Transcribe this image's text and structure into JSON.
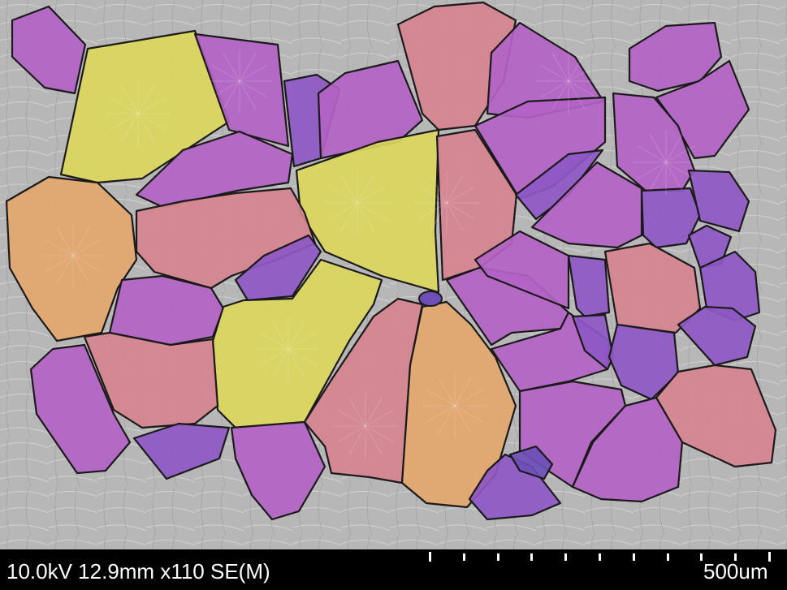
{
  "image": {
    "description_type": "false-colored scanning electron micrograph",
    "grain_colors": {
      "yellow": "#dcd65c",
      "orange": "#e3a66b",
      "salmon": "#d5838f",
      "magenta": "#b363c4",
      "violet": "#8e58c4",
      "blue_violet": "#6e4fb7",
      "boundary": "#1a1a1a",
      "background": "#b9b9b9"
    }
  },
  "data_bar": {
    "acquisition": "10.0kV 12.9mm x110 SE(M)",
    "scale_label": "500um",
    "scale_tick_count": 11
  }
}
